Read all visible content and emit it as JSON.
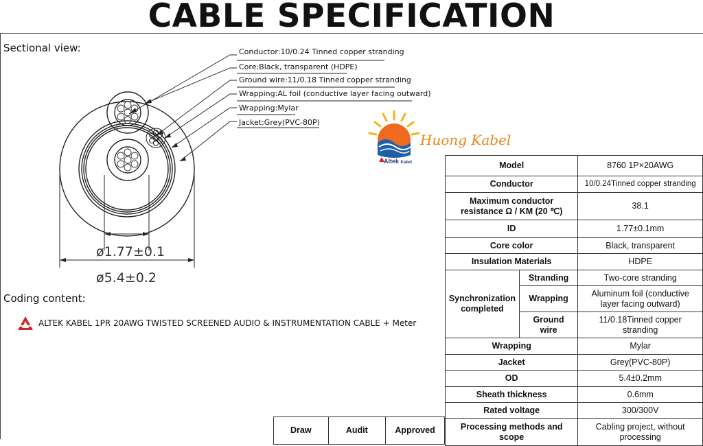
{
  "title": "CABLE SPECIFICATION",
  "sectional_view_label": "Sectional view:",
  "callouts": [
    "Conductor:10/0.24 Tinned copper stranding",
    "Core:Black, transparent (HDPE)",
    "Ground wire:11/0.18 Tinned copper stranding",
    "Wrapping:AL foil (conductive layer facing outward)",
    "Wrapping:Mylar",
    "Jacket:Grey(PVC-80P)"
  ],
  "dimensions": {
    "inner": "ø1.77±0.1",
    "outer": "ø5.4±0.2"
  },
  "coding_label": "Coding content:",
  "coding_text": "ALTEK KABEL 1PR 20AWG TWISTED SCREENED AUDIO & INSTRUMENTATION CABLE + Meter",
  "brand": {
    "name": "Huong Kabel",
    "sub": "Altek",
    "sub_small": "Kabel"
  },
  "spec": {
    "model_label": "Model",
    "model_value": "8760 1P×20AWG",
    "conductor_label": "Conductor",
    "conductor_value": "10/0.24Tinned copper stranding",
    "resistance_label_1": "Maximum conductor",
    "resistance_label_2": "resistance Ω / KM (20 ℃)",
    "resistance_value": "38.1",
    "id_label": "ID",
    "id_value": "1.77±0.1mm",
    "core_color_label": "Core color",
    "core_color_value": "Black, transparent",
    "insulation_label": "Insulation Materials",
    "insulation_value": "HDPE",
    "sync_label_1": "Synchronization",
    "sync_label_2": "completed",
    "stranding_label": "Stranding",
    "stranding_value": "Two-core stranding",
    "sync_wrapping_label": "Wrapping",
    "sync_wrapping_value_1": "Aluminum foil (conductive",
    "sync_wrapping_value_2": "layer facing outward)",
    "ground_label_1": "Ground",
    "ground_label_2": "wire",
    "ground_value_1": "11/0.18Tinned copper",
    "ground_value_2": "stranding",
    "wrapping_label": "Wrapping",
    "wrapping_value": "Mylar",
    "jacket_label": "Jacket",
    "jacket_value": "Grey(PVC-80P)",
    "od_label": "OD",
    "od_value": "5.4±0.2mm",
    "sheath_label": "Sheath thickness",
    "sheath_value": "0.6mm",
    "voltage_label": "Rated voltage",
    "voltage_value": "300/300V",
    "processing_label_1": "Processing methods and",
    "processing_label_2": "scope",
    "processing_value_1": "Cabling project, without",
    "processing_value_2": "processing"
  },
  "signoff": {
    "draw": "Draw",
    "audit": "Audit",
    "approved": "Approved"
  },
  "colors": {
    "sun_yellow": "#f6b21c",
    "sun_orange": "#ee6a1f",
    "wave_blue": "#1f5fa8",
    "brand_orange": "#e9861a",
    "altek_red": "#d3222a"
  }
}
